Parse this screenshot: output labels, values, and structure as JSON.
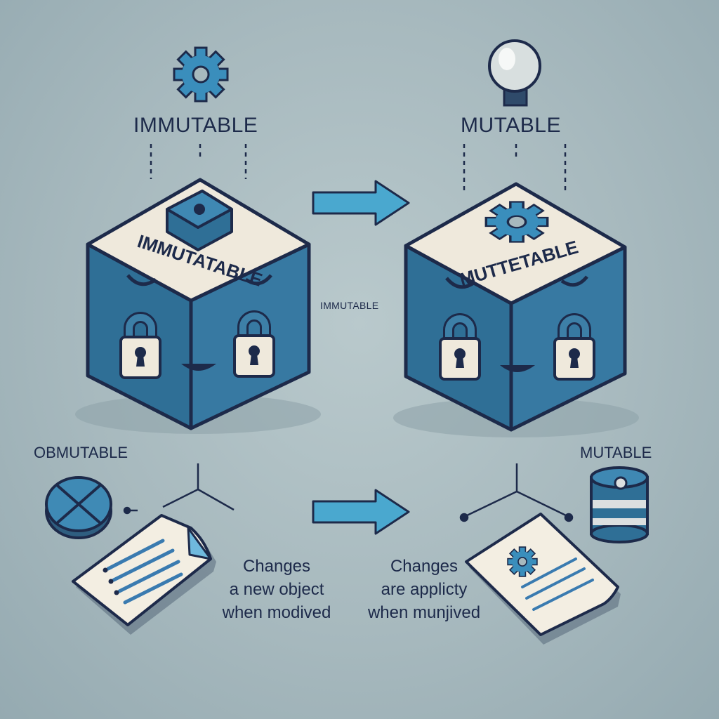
{
  "headings": {
    "left": "IMMUTABLE",
    "right": "MUTABLE"
  },
  "cube_labels": {
    "left": "IMMUTATABLE",
    "right": "MUTTETABLE"
  },
  "middle_label": "IMMUTABLE",
  "side_labels": {
    "left": "OBMUTABLE",
    "right": "MUTABLE"
  },
  "captions": {
    "left": "Changes\na new object\nwhen modived",
    "right": "Changes\nare applicty\nwhen munjived"
  },
  "colors": {
    "background": "#a7b9be",
    "cube_blue": "#2f6f96",
    "cube_top": "#efe9dc",
    "arrow": "#4aa8cf",
    "outline": "#1d2a4a",
    "text": "#1d2a4a"
  },
  "icons": {
    "left_top": "gear-icon",
    "right_top": "lightbulb-icon",
    "left_bottom": "pie-chart-icon",
    "right_bottom": "database-icon",
    "left_cube_locks": "padlock-icon",
    "right_cube_locks": "padlock-icon",
    "left_document": "document-icon",
    "right_document": "document-icon"
  }
}
